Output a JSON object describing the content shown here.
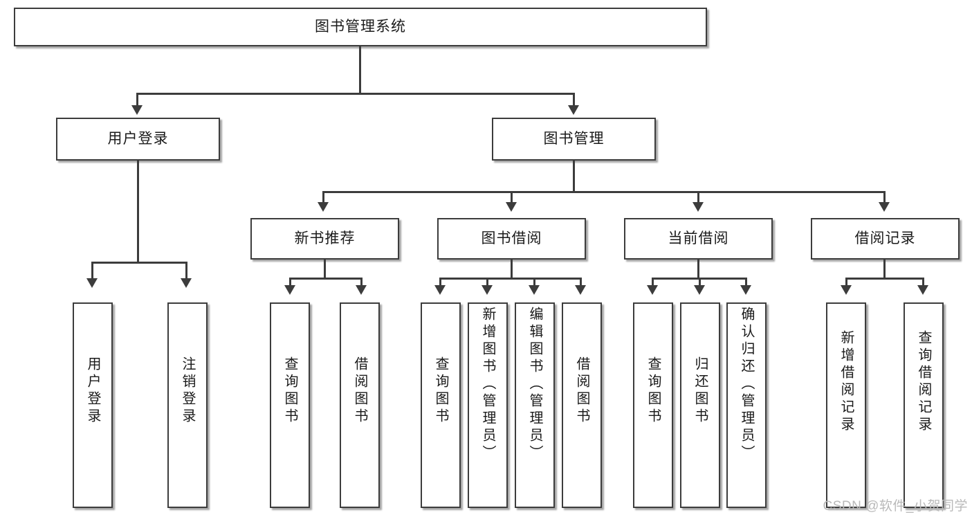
{
  "diagram": {
    "title_node": {
      "label": "图书管理系统"
    },
    "level2": [
      {
        "label": "用户登录"
      },
      {
        "label": "图书管理"
      }
    ],
    "level3": [
      {
        "label": "新书推荐"
      },
      {
        "label": "图书借阅"
      },
      {
        "label": "当前借阅"
      },
      {
        "label": "借阅记录"
      }
    ],
    "leaves": {
      "user_login": [
        {
          "label": "用户登录"
        },
        {
          "label": "注销登录"
        }
      ],
      "new_book": [
        {
          "label": "查询图书"
        },
        {
          "label": "借阅图书"
        }
      ],
      "book_borrow": [
        {
          "label": "查询图书"
        },
        {
          "label": "新增图书（管理员）"
        },
        {
          "label": "编辑图书（管理员）"
        },
        {
          "label": "借阅图书"
        }
      ],
      "current_borrow": [
        {
          "label": "查询图书"
        },
        {
          "label": "归还图书"
        },
        {
          "label": "确认归还（管理员）"
        }
      ],
      "borrow_record": [
        {
          "label": "新增借阅记录"
        },
        {
          "label": "查询借阅记录"
        }
      ]
    }
  },
  "watermark": {
    "text": "CSDN @软件_小贺同学"
  },
  "colors": {
    "border": "#3c3c3c",
    "text": "#1a1a1a",
    "background": "#ffffff",
    "watermark": "#b9b9b9"
  }
}
